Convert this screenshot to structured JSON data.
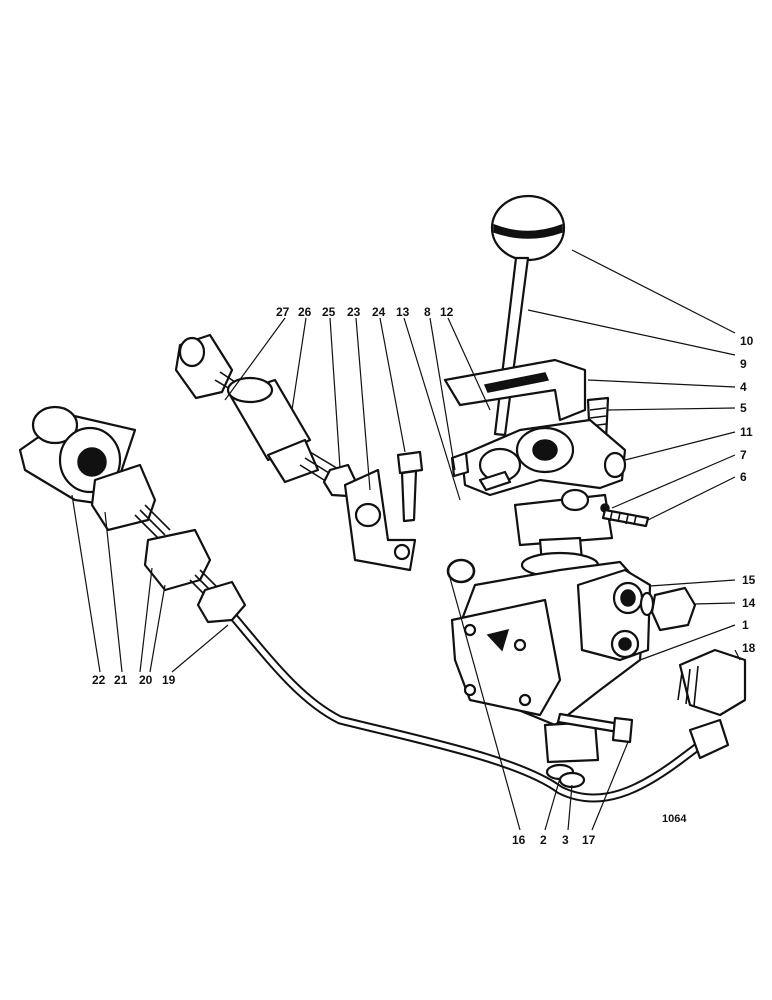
{
  "figure_ref": "1064",
  "callouts": [
    "1",
    "2",
    "3",
    "4",
    "5",
    "6",
    "7",
    "8",
    "9",
    "10",
    "11",
    "12",
    "13",
    "14",
    "15",
    "16",
    "17",
    "18",
    "19",
    "20",
    "21",
    "22",
    "23",
    "24",
    "25",
    "26",
    "27"
  ]
}
